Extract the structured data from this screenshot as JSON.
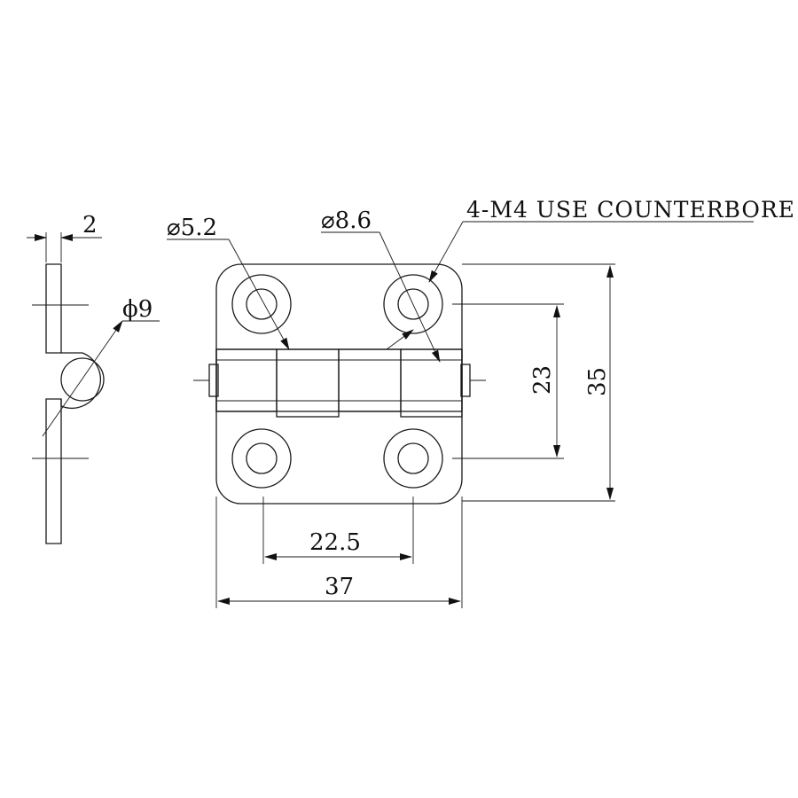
{
  "colors": {
    "line": "#1a1a1a",
    "plate_light": "#ffffff",
    "plate_mid": "#dcdcdc",
    "plate_dark": "#9a9a9a"
  },
  "dimensions": {
    "thickness": "2",
    "pin_diameter": "ϕ9",
    "hole_diameter": "⌀5.2",
    "counterbore_diameter": "⌀8.6",
    "note": "4-M4 USE COUNTERBORE",
    "hole_vertical_spacing": "23",
    "overall_height": "35",
    "hole_horizontal_spacing": "22.5",
    "overall_width": "37"
  }
}
